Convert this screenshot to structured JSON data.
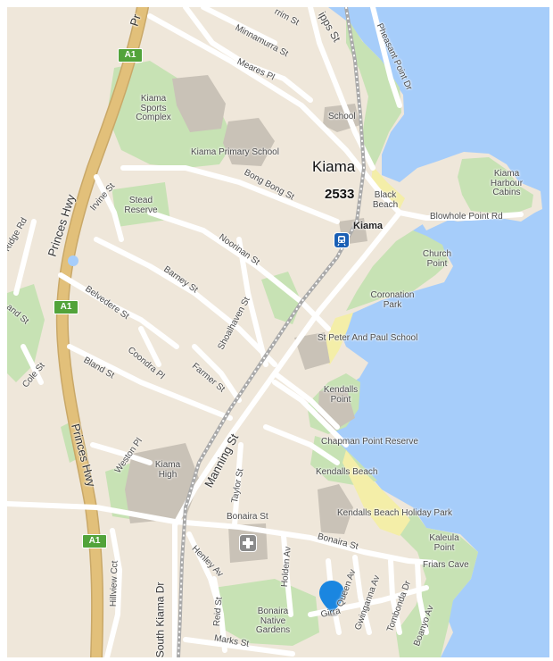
{
  "colors": {
    "land": "#efe7da",
    "water": "#a6cdfa",
    "park": "#c7e2b4",
    "sand": "#f4eea8",
    "building": "#c9c2b7",
    "major_road": "#e2c07a",
    "road": "#ffffff",
    "rail": "#a9a9a9",
    "shield": "#52a33a",
    "pin": "#1a86e0",
    "station": "#1a5fb4",
    "hospital": "#8b8b8b"
  },
  "shields": [
    {
      "text": "A1",
      "id": "a1-north"
    },
    {
      "text": "A1",
      "id": "a1-middle"
    },
    {
      "text": "A1",
      "id": "a1-south"
    }
  ],
  "icons": {
    "station": "train-station-icon",
    "hospital": "hospital-icon",
    "pin": "location-pin-icon"
  },
  "labels": {
    "town": "Kiama",
    "postcode": "2533",
    "station": "Kiama",
    "princes_hwy_north": "Princes Hwy",
    "princes_hwy_south": "Princes Hwy",
    "princes_hwy_top": "Pr",
    "manning_st": "Manning St",
    "south_kiama_dr": "South Kiama Dr",
    "minnamurra_st": "Minnamurra St",
    "meares_pl": "Meares Pl",
    "terralong_st": "rrim St",
    "collins_st": "ipps St",
    "pheasant_point_dr": "Pheasant Point Dr",
    "school": "School",
    "kiama_sports_complex": "Kiama\nSports\nComplex",
    "kiama_primary_school": "Kiama Primary School",
    "bong_bong_st": "Bong Bong St",
    "black_beach": "Black\nBeach",
    "blowhole_point_rd": "Blowhole Point Rd",
    "kiama_harbour_cabins": "Kiama\nHarbour\nCabins",
    "irvine_st": "Irvine St",
    "stead_reserve": "Stead\nReserve",
    "ridge_rd": "Ridge Rd",
    "noorinan_st": "Noorinan St",
    "church_point": "Church\nPoint",
    "barney_st": "Barney St",
    "belvedere_st": "Belvedere St",
    "coronation_park": "Coronation\nPark",
    "shoalhaven_st": "Shoalhaven St",
    "and_st": "and St",
    "st_peter_paul": "St Peter And Paul School",
    "cole_st": "Cole St",
    "bland_st": "Bland St",
    "coondra_pl": "Coondra Pl",
    "farmer_st": "Farmer St",
    "kendalls_point": "Kendalls\nPoint",
    "chapman_point_reserve": "Chapman Point Reserve",
    "weston_pl": "Weston Pl",
    "kiama_high": "Kiama\nHigh",
    "taylor_st": "Taylor St",
    "kendalls_beach": "Kendalls Beach",
    "kendalls_beach_holiday_park": "Kendalls Beach Holiday Park",
    "bonaira_st_west": "Bonaira St",
    "bonaira_st_east": "Bonaira St",
    "kaleula_point": "Kaleula\nPoint",
    "hillview_cct": "Hillview Cct",
    "henley_av": "Henley Av",
    "holden_av": "Holden Av",
    "queen_av": "Queen Av",
    "gwinganna_av": "Gwinganna Av",
    "tombonda_dr": "Tombonda Dr",
    "friars_cave": "Friars Cave",
    "boanyo_av": "Boanyo Av",
    "reid_st": "Reid St",
    "bonaira_native_gardens": "Bonaira\nNative\nGardens",
    "girra_st": "Girra",
    "marks_st": "Marks St"
  }
}
